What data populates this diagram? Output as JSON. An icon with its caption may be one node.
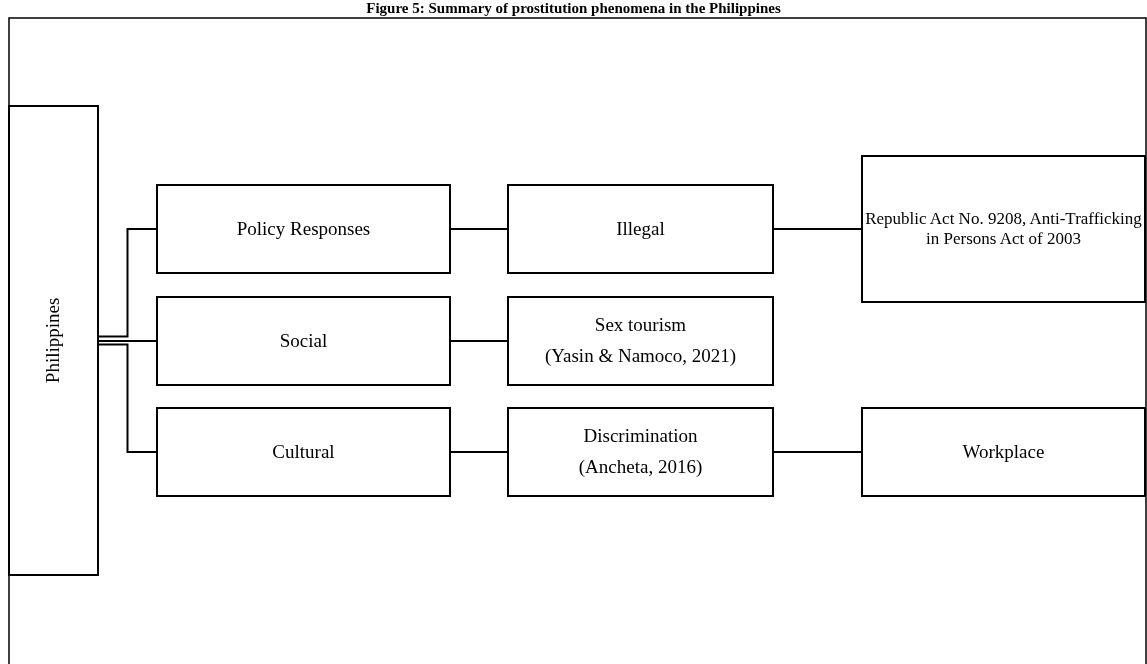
{
  "diagram": {
    "title": "Figure 5: Summary of prostitution phenomena in the Philippines",
    "nodes": [
      {
        "text": [
          "Philippines"
        ]
      },
      {
        "text": [
          "Policy Responses"
        ]
      },
      {
        "text": [
          "Illegal"
        ]
      },
      {
        "text": [
          "Republic Act No. 9208, Anti-Trafficking in Persons Act of 2003"
        ]
      },
      {
        "text": [
          "Social"
        ]
      },
      {
        "text": [
          "Sex tourism",
          "(Yasin & Namoco, 2021)"
        ]
      },
      {
        "text": [
          "Cultural"
        ]
      },
      {
        "text": [
          "Discrimination",
          "(Ancheta, 2016)"
        ]
      },
      {
        "text": [
          "Workplace"
        ]
      }
    ],
    "edges": [
      {
        "from": 0,
        "to": 1,
        "arrow": "none"
      },
      {
        "from": 0,
        "to": 4,
        "arrow": "none"
      },
      {
        "from": 0,
        "to": 6,
        "arrow": "none"
      },
      {
        "from": 1,
        "to": 2,
        "arrow": "none"
      },
      {
        "from": 2,
        "to": 3,
        "arrow": "none"
      },
      {
        "from": 4,
        "to": 5,
        "arrow": "none"
      },
      {
        "from": 6,
        "to": 7,
        "arrow": "none"
      },
      {
        "from": 7,
        "to": 8,
        "arrow": "none"
      }
    ]
  }
}
